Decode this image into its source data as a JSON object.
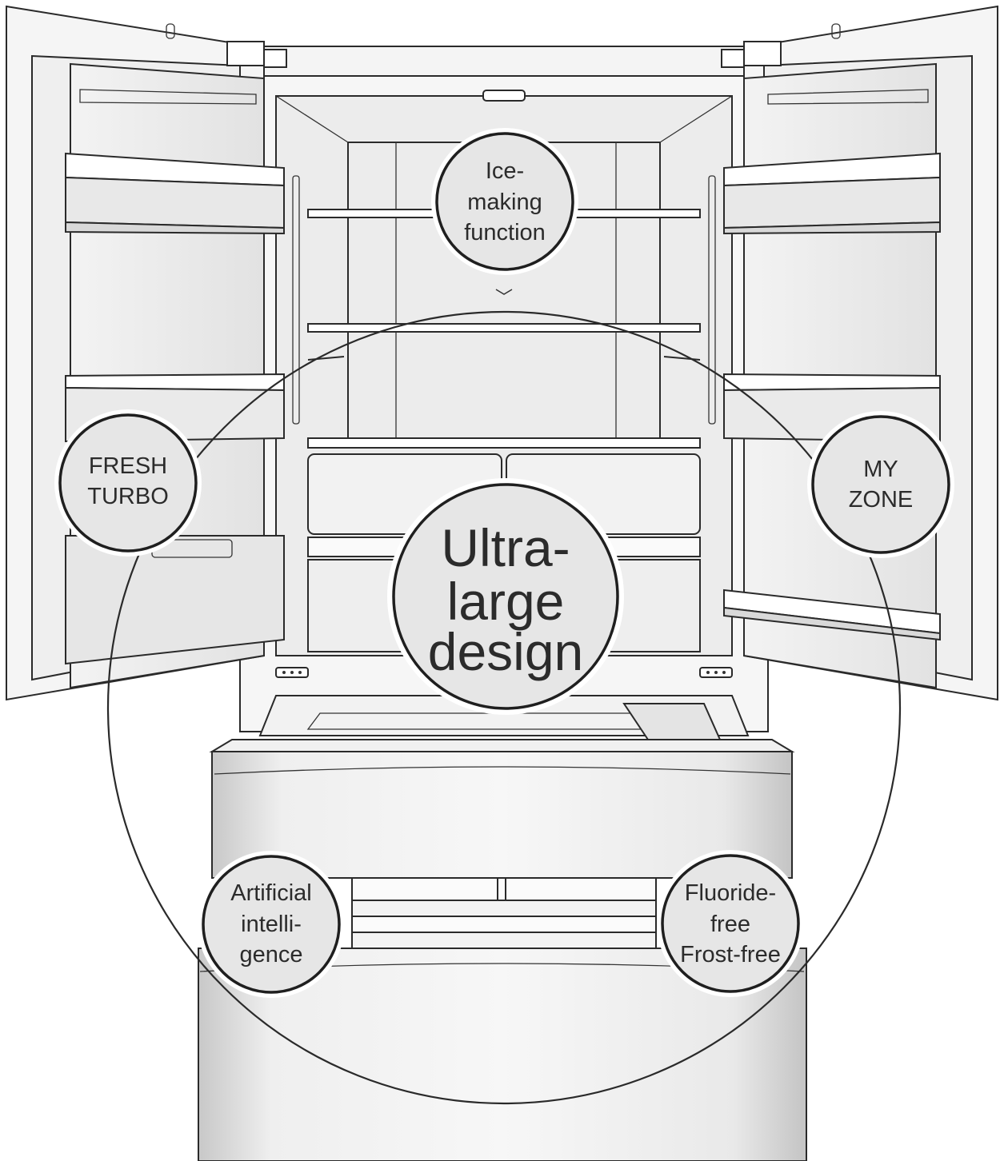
{
  "features": {
    "ice": [
      "Ice-",
      "making",
      "function"
    ],
    "fresh": [
      "FRESH",
      "TURBO"
    ],
    "myzone": [
      "MY",
      "ZONE"
    ],
    "ultra": [
      "Ultra-",
      "large",
      "design"
    ],
    "ai": [
      "Artificial",
      "intelli-",
      "gence"
    ],
    "fluoride": [
      "Fluoride-",
      "free",
      "Frost-free"
    ]
  },
  "colors": {
    "outline": "#2a2a2a",
    "badge_fill": "#e6e6e6",
    "body_fill": "#f7f7f7",
    "panel_gray": "#d9d9d9"
  }
}
